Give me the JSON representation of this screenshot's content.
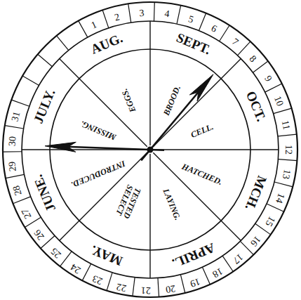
{
  "diagram": {
    "labels": [
      "1",
      "2",
      "3",
      "4",
      "5",
      "6",
      "7",
      "8",
      "9",
      "10",
      "11",
      "12",
      "13",
      "14",
      "15",
      "16",
      "17",
      "18",
      "19",
      "20",
      "21",
      "22",
      "23",
      "24",
      "25",
      "26",
      "27",
      "28",
      "29",
      "30",
      "31",
      "AUG.",
      "SEPT.",
      "OCT.",
      "MCH.",
      "APRIL.",
      "MAY.",
      "JUNE.",
      "JULY.",
      "EGGS.",
      "BROOD.",
      "CELL.",
      "HATCHED.",
      "LAYING.",
      "TESTED SELECT",
      "INTRODUCED.",
      "MISSING."
    ]
  }
}
